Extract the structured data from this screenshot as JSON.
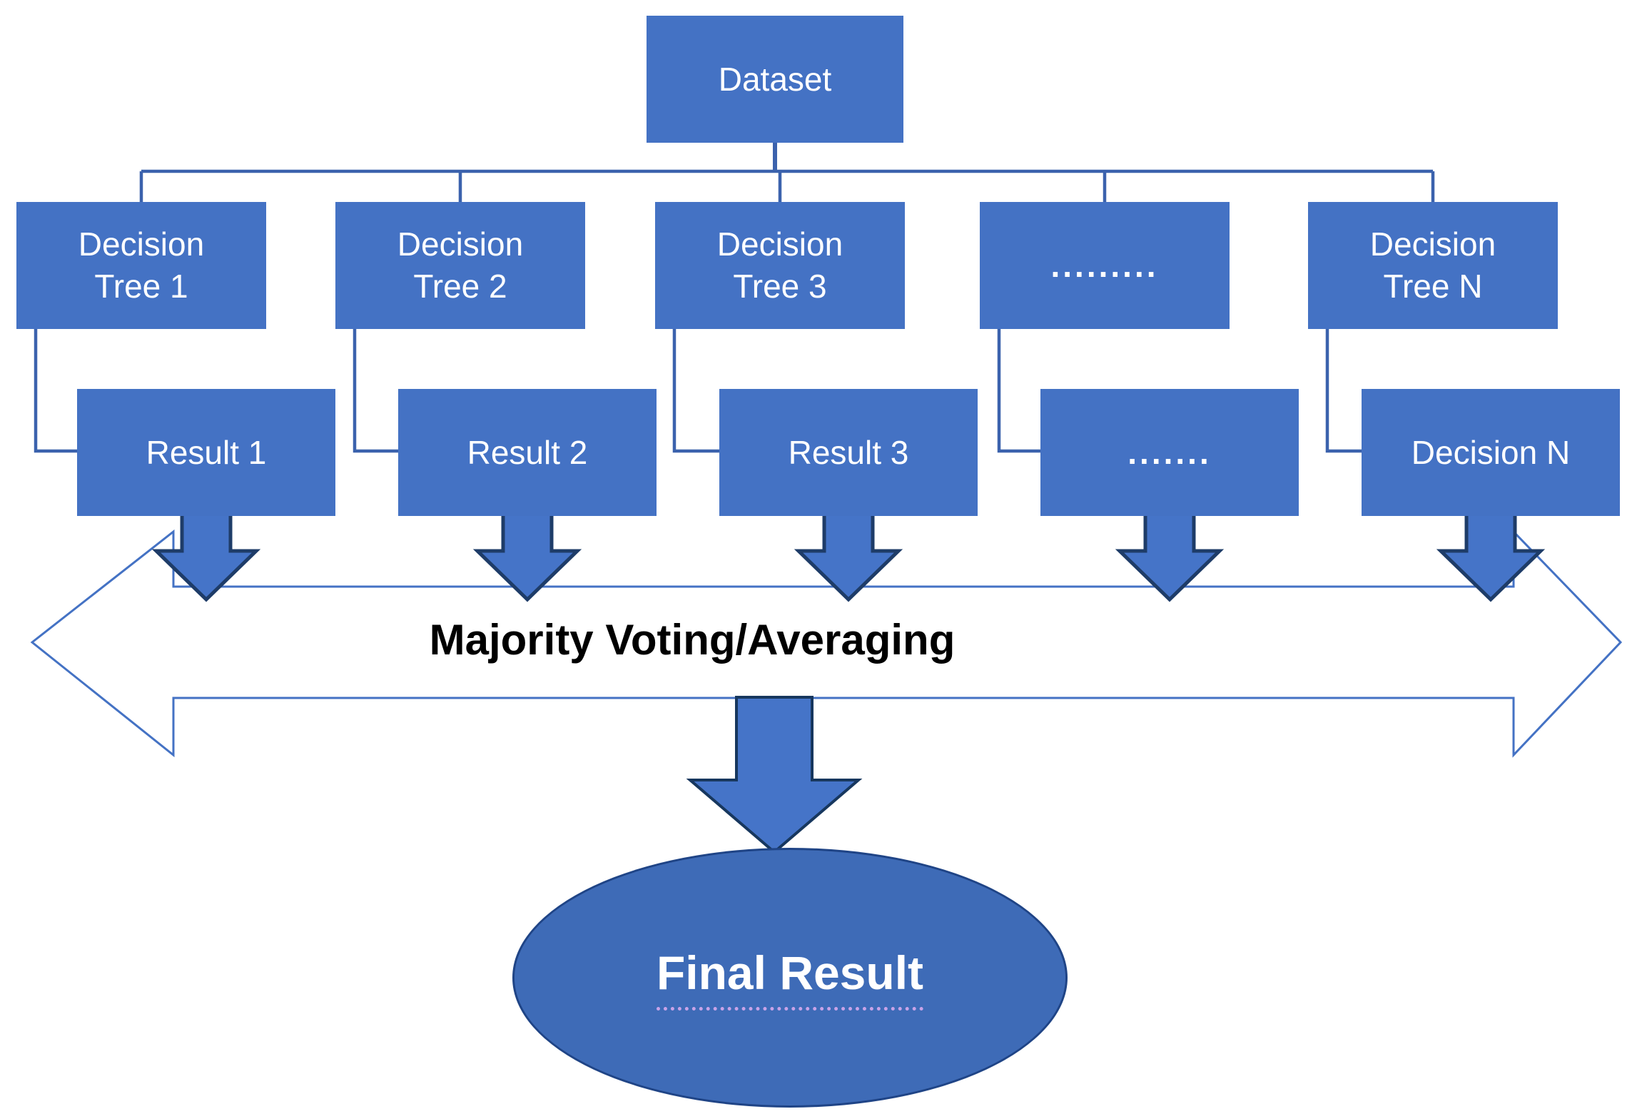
{
  "colors": {
    "background": "#FFFFFF",
    "box-fill": "#4472C4",
    "box-text": "#FFFFFF",
    "connector": "#3B62AD",
    "arrow-fill": "#4574C8",
    "arrow-outline": "#1E3C68",
    "big-arrow-outline": "#17375E",
    "double-arrow-fill": "#FFFFFF",
    "double-arrow-stroke": "#4472C4",
    "banner-text": "#000000",
    "ellipse-fill": "#3E6BB7",
    "ellipse-stroke": "#1F4486",
    "underline": "#C9A3E8"
  },
  "dataset": {
    "label": "Dataset"
  },
  "trees": [
    {
      "label": "Decision\nTree 1"
    },
    {
      "label": "Decision\nTree 2"
    },
    {
      "label": "Decision\nTree 3"
    },
    {
      "label": "........."
    },
    {
      "label": "Decision\nTree N"
    }
  ],
  "results": [
    {
      "label": "Result 1"
    },
    {
      "label": "Result 2"
    },
    {
      "label": "Result 3"
    },
    {
      "label": "......."
    },
    {
      "label": "Decision N"
    }
  ],
  "banner": {
    "label": "Majority Voting/Averaging"
  },
  "final_result": {
    "label": "Final Result"
  }
}
